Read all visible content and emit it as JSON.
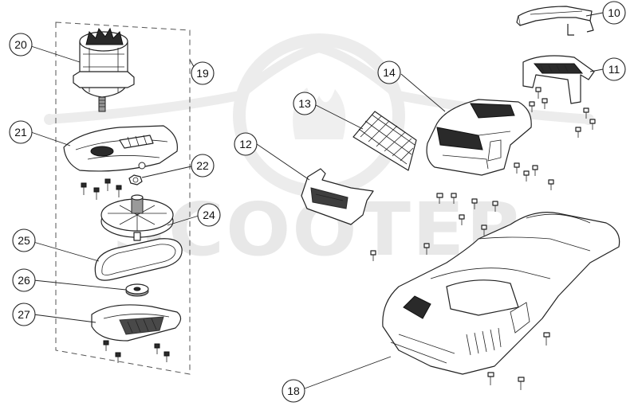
{
  "watermark": {
    "brand_text": "SCOOTER",
    "logo_icon": "scooter-logo-watermark",
    "color": "#e8e8e8"
  },
  "callouts": [
    {
      "id": "10",
      "label": "10"
    },
    {
      "id": "11",
      "label": "11"
    },
    {
      "id": "12",
      "label": "12"
    },
    {
      "id": "13",
      "label": "13"
    },
    {
      "id": "14",
      "label": "14"
    },
    {
      "id": "18",
      "label": "18"
    },
    {
      "id": "19",
      "label": "19"
    },
    {
      "id": "20",
      "label": "20"
    },
    {
      "id": "21",
      "label": "21"
    },
    {
      "id": "22",
      "label": "22"
    },
    {
      "id": "24",
      "label": "24"
    },
    {
      "id": "25",
      "label": "25"
    },
    {
      "id": "26",
      "label": "26"
    },
    {
      "id": "27",
      "label": "27"
    }
  ],
  "parts": [
    {
      "callout": "10",
      "icon": "top-handle-bar"
    },
    {
      "callout": "11",
      "icon": "handle-bracket"
    },
    {
      "callout": "12",
      "icon": "front-bumper-grille"
    },
    {
      "callout": "13",
      "icon": "mesh-filter"
    },
    {
      "callout": "14",
      "icon": "upper-cover"
    },
    {
      "callout": "18",
      "icon": "main-housing-shell"
    },
    {
      "callout": "19",
      "icon": "drive-assembly-group"
    },
    {
      "callout": "20",
      "icon": "electric-motor"
    },
    {
      "callout": "21",
      "icon": "motor-mount-plate"
    },
    {
      "callout": "22",
      "icon": "nut"
    },
    {
      "callout": "24",
      "icon": "pulley-wheel"
    },
    {
      "callout": "25",
      "icon": "drive-belt"
    },
    {
      "callout": "26",
      "icon": "washer"
    },
    {
      "callout": "27",
      "icon": "belt-cover-plate"
    }
  ]
}
